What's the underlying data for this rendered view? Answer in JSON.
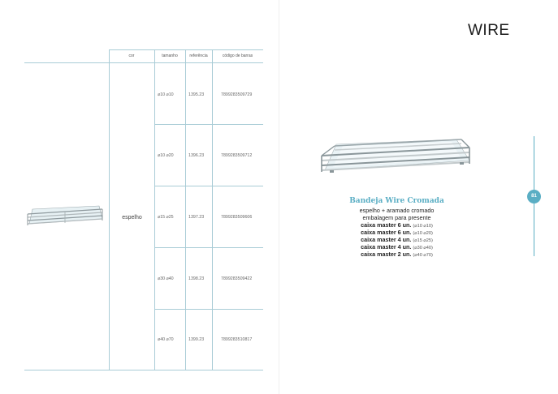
{
  "brand": "WIRE",
  "page_number": "81",
  "table": {
    "headers": {
      "cor": "cor",
      "tamanho": "tamanho",
      "referencia": "referência",
      "codigo": "código de barras"
    },
    "cor_value": "espelho",
    "rows": [
      {
        "tamanho": "⌀10 ⌀10",
        "referencia": "1395.23",
        "codigo": "7899283509729"
      },
      {
        "tamanho": "⌀10 ⌀20",
        "referencia": "1396.23",
        "codigo": "7899283509712"
      },
      {
        "tamanho": "⌀15 ⌀25",
        "referencia": "1397.23",
        "codigo": "7899283509606"
      },
      {
        "tamanho": "⌀30 ⌀40",
        "referencia": "1398.23",
        "codigo": "7899283509422"
      },
      {
        "tamanho": "⌀40 ⌀70",
        "referencia": "1399.23",
        "codigo": "7899283510817"
      }
    ]
  },
  "product": {
    "title": "Bandeja Wire Cromada",
    "line1": "espelho + aramado cromado",
    "line2": "embalagem para presente",
    "packs": [
      {
        "label": "caixa master 6 un.",
        "size": "(⌀10 ⌀10)"
      },
      {
        "label": "caixa master 6 un.",
        "size": "(⌀10 ⌀20)"
      },
      {
        "label": "caixa master 4 un.",
        "size": "(⌀15 ⌀25)"
      },
      {
        "label": "caixa master 4 un.",
        "size": "(⌀30 ⌀40)"
      },
      {
        "label": "caixa master 2 un.",
        "size": "(⌀40 ⌀70)"
      }
    ]
  },
  "colors": {
    "accent": "#5aaec4",
    "grid": "#a9ccd6"
  }
}
